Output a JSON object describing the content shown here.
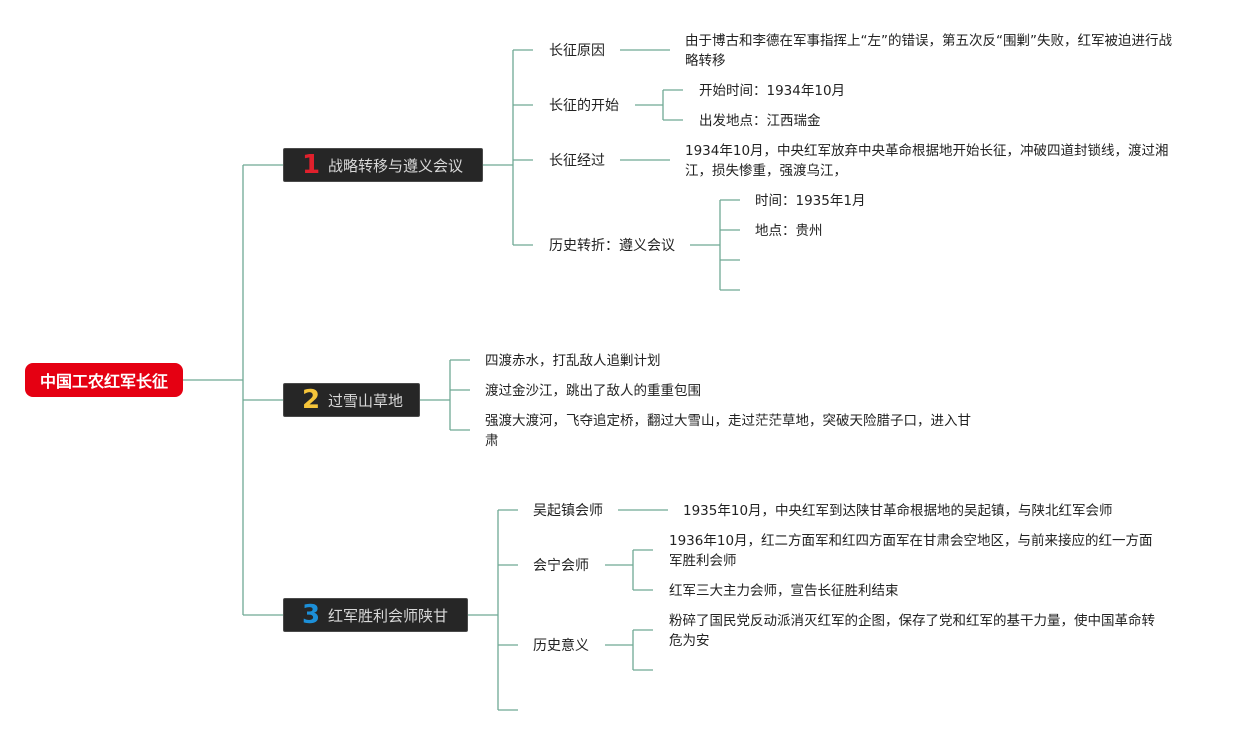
{
  "root": {
    "label": "中国工农红军长征"
  },
  "colors": {
    "root": "#e50012",
    "branch_bg": "#262626",
    "line": "#6fa995",
    "num1": "#e0202c",
    "num2": "#f5c43a",
    "num3": "#1c8fd8"
  },
  "branches": [
    {
      "number": "1",
      "label": "战略转移与遵义会议",
      "items": [
        {
          "label": "长征原因",
          "details": [
            "由于博古和李德在军事指挥上“左”的错误，第五次反“围剿”失败，红军被迫进行战略转移"
          ]
        },
        {
          "label": "长征的开始",
          "details": [
            "开始时间：1934年10月",
            "出发地点：江西瑞金"
          ]
        },
        {
          "label": "长征经过",
          "details": [
            "1934年10月，中央红军放弃中央革命根据地开始长征，冲破四道封锁线，渡过湘江，损失惨重，强渡乌江，"
          ]
        },
        {
          "label": "历史转折：遵义会议",
          "details": [
            "时间：1935年1月",
            "地点：贵州",
            "",
            ""
          ]
        }
      ]
    },
    {
      "number": "2",
      "label": "过雪山草地",
      "items": [
        {
          "text": "四渡赤水，打乱敌人追剿计划"
        },
        {
          "text": "渡过金沙江，跳出了敌人的重重包围"
        },
        {
          "text": "强渡大渡河，飞夺追定桥，翻过大雪山，走过茫茫草地，突破天险腊子口，进入甘肃"
        }
      ]
    },
    {
      "number": "3",
      "label": "红军胜利会师陕甘",
      "items": [
        {
          "label": "吴起镇会师",
          "details": [
            "1935年10月，中央红军到达陕甘革命根据地的吴起镇，与陕北红军会师"
          ]
        },
        {
          "label": "会宁会师",
          "details": [
            "1936年10月，红二方面军和红四方面军在甘肃会空地区，与前来接应的红一方面军胜利会师",
            "红军三大主力会师，宣告长征胜利结束"
          ]
        },
        {
          "label": "历史意义",
          "details": [
            "粉碎了国民党反动派消灭红军的企图，保存了党和红军的基干力量，使中国革命转危为安",
            ""
          ]
        },
        {
          "label": ""
        }
      ]
    }
  ]
}
